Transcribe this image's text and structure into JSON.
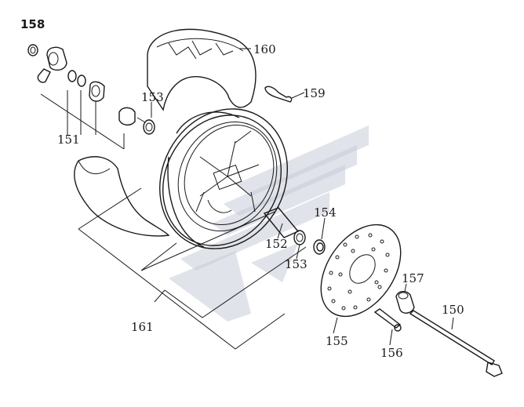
{
  "labels": {
    "p150": "150",
    "p151": "151",
    "p152": "152",
    "p153a": "153",
    "p153b": "153",
    "p154": "154",
    "p155": "155",
    "p156": "156",
    "p157": "157",
    "p158": "158",
    "p159": "159",
    "p160": "160",
    "p161": "161"
  },
  "colors": {
    "line": "#1a1a1a",
    "watermark": "#c9ccd8",
    "background": "#ffffff"
  }
}
